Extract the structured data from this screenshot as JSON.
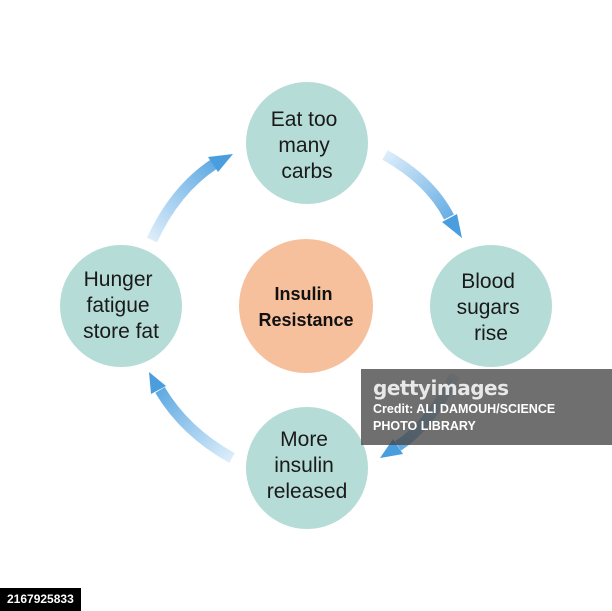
{
  "colors": {
    "node_fill": "#b5dcd6",
    "center_fill": "#f6c09c",
    "arrow_light": "#dcedfa",
    "arrow_dark": "#4a9ede"
  },
  "nodes": {
    "top": {
      "lines": [
        "Eat too",
        "many",
        "carbs"
      ]
    },
    "right": {
      "lines": [
        "Blood",
        "sugars",
        "rise"
      ]
    },
    "bottom": {
      "lines": [
        "More",
        "insulin",
        "released"
      ]
    },
    "left": {
      "lines": [
        "Hunger",
        "fatigue",
        "store fat"
      ]
    }
  },
  "center": {
    "lines": [
      "Insulin",
      "Resistance"
    ]
  },
  "watermark": {
    "brand": "gettyimages",
    "credit": "Credit: ALI DAMOUH/SCIENCE PHOTO LIBRARY"
  },
  "stock_id": "2167925833"
}
